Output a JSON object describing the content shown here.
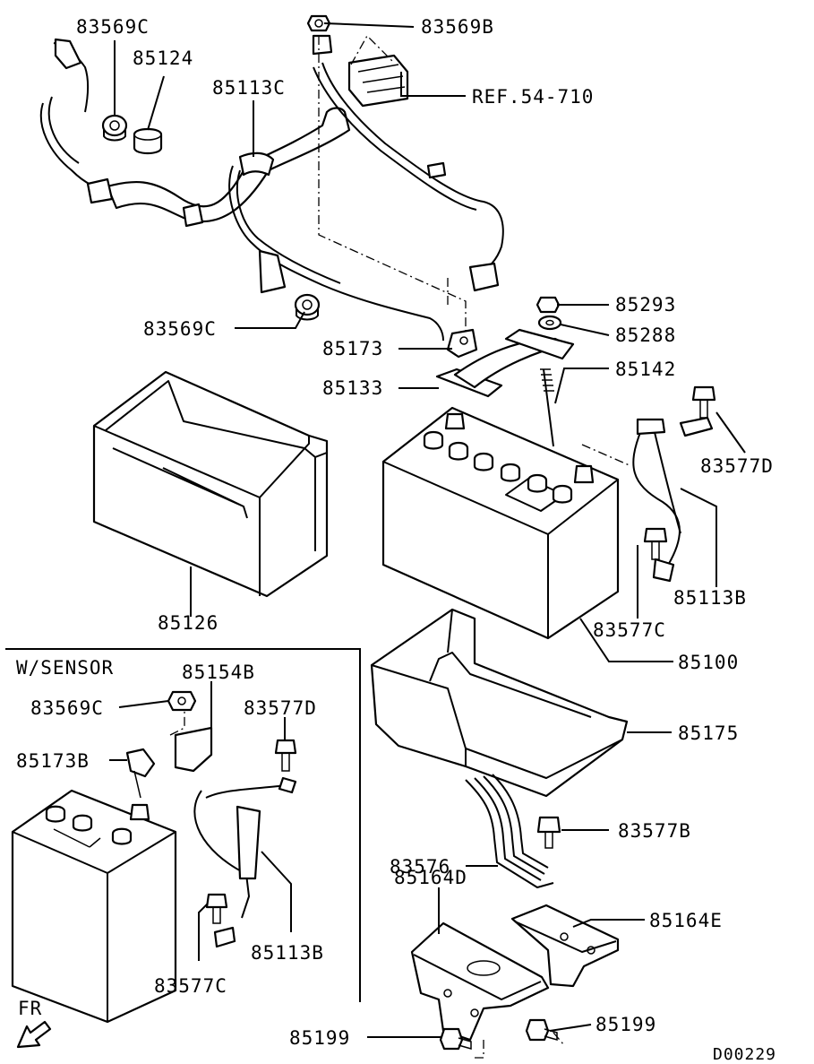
{
  "diagram": {
    "code": "D00229",
    "inset_title": "W/SENSOR",
    "direction_label": "FR",
    "labels": {
      "p83569c_top": "83569C",
      "p85124": "85124",
      "p85113c": "85113C",
      "p83569b": "83569B",
      "ref": "REF.54-710",
      "p83569c_mid": "83569C",
      "p85293": "85293",
      "p85288": "85288",
      "p85173": "85173",
      "p85142": "85142",
      "p85133": "85133",
      "p83577d": "83577D",
      "p85113b": "85113B",
      "p83577c": "83577C",
      "p85126": "85126",
      "p85100": "85100",
      "p85175": "85175",
      "p83577b": "83577B",
      "p83576": "83576",
      "p85164d": "85164D",
      "p85164e": "85164E",
      "p85199_left": "85199",
      "p85199_right": "85199",
      "inset_85154b": "85154B",
      "inset_83569c": "83569C",
      "inset_83577d": "83577D",
      "inset_85173b": "85173B",
      "inset_85113b": "85113B",
      "inset_83577c": "83577C"
    }
  }
}
